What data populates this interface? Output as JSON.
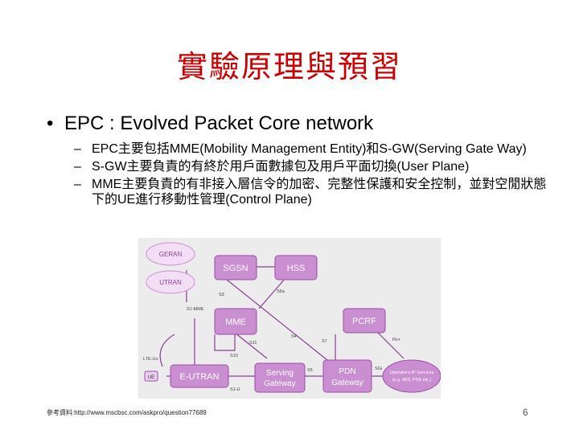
{
  "slide": {
    "title": "實驗原理與預習",
    "main_bullet": "EPC : Evolved Packet Core network",
    "sub_bullets": [
      "EPC主要包括MME(Mobility Management Entity)和S-GW(Serving Gate Way)",
      "S-GW主要負責的有終於用戶面數據包及用戶平面切換(User Plane)",
      "MME主要負責的有非接入層信令的加密、完整性保護和安全控制，並對空閒狀態下的UE進行移動性管理(Control Plane)"
    ],
    "footer_reference": "參考資料:http://www.mscbsc.com/askpro/question77689",
    "page_number": "6"
  },
  "diagram": {
    "nodes": {
      "geran": "GERAN",
      "utran": "UTRAN",
      "sgsn": "SGSN",
      "hss": "HSS",
      "mme": "MME",
      "pcrf": "PCRF",
      "eutran": "E-UTRAN",
      "ue": "UE",
      "serving_gateway_l1": "Serving",
      "serving_gateway_l2": "Gateway",
      "pdn_gateway_l1": "PDN",
      "pdn_gateway_l2": "Gateway",
      "operator_l1": "Operator's IP Services",
      "operator_l2": "(e.g. IMS, PSS etc.)"
    },
    "interfaces": {
      "s3": "S3",
      "s6a": "S6a",
      "s1_mme": "S1-MME",
      "s4": "S4",
      "s11": "S11",
      "s10": "S10",
      "s7": "S7",
      "rx": "Rx+",
      "lte_uu": "LTE-Uu",
      "s1_u": "S1-U",
      "s5": "S5",
      "sgi": "SGi"
    },
    "colors": {
      "node_fill": "#c98fd1",
      "node_stroke": "#9a4ea6",
      "link": "#8a3f96",
      "background": "#ececec"
    }
  }
}
